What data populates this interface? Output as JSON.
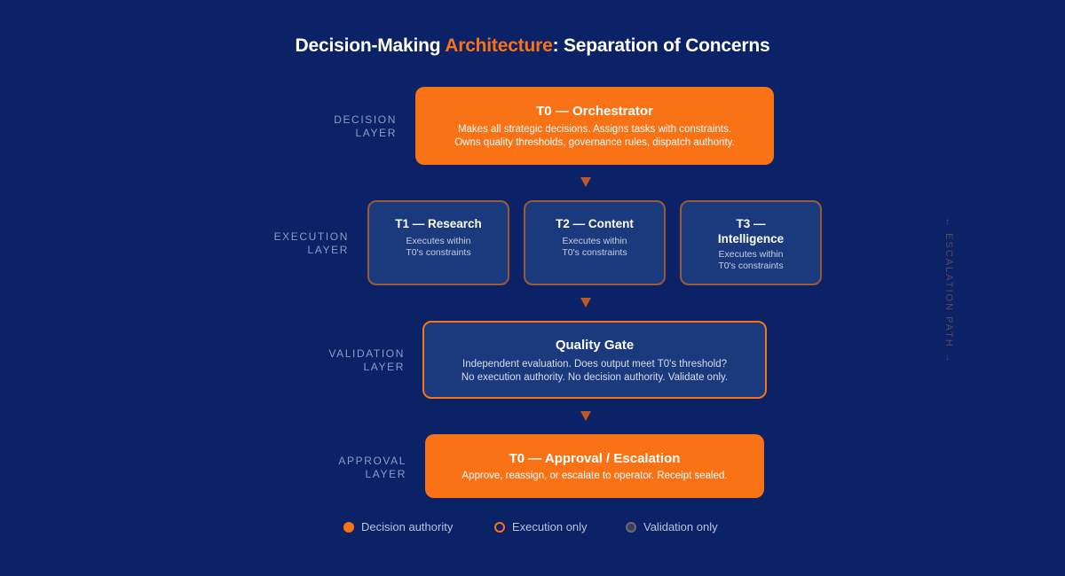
{
  "title": {
    "prefix": "Decision-Making ",
    "accent": "Architecture",
    "suffix": ": Separation of Concerns"
  },
  "layers": {
    "decision": [
      "DECISION",
      "LAYER"
    ],
    "execution": [
      "EXECUTION",
      "LAYER"
    ],
    "validation": [
      "VALIDATION",
      "LAYER"
    ],
    "approval": [
      "APPROVAL",
      "LAYER"
    ]
  },
  "orchestrator": {
    "title": "T0 — Orchestrator",
    "lines": [
      "Makes all strategic decisions. Assigns tasks with constraints.",
      "Owns quality thresholds, governance rules, dispatch authority."
    ]
  },
  "executors": [
    {
      "title": [
        "T1 — Research"
      ],
      "lines": [
        "Executes within",
        "T0's constraints"
      ]
    },
    {
      "title": [
        "T2 — Content"
      ],
      "lines": [
        "Executes within",
        "T0's constraints"
      ]
    },
    {
      "title": [
        "T3 —",
        "Intelligence"
      ],
      "lines": [
        "Executes within",
        "T0's constraints"
      ]
    }
  ],
  "quality_gate": {
    "title": "Quality Gate",
    "lines": [
      "Independent evaluation. Does output meet T0's threshold?",
      "No execution authority. No decision authority. Validate only."
    ]
  },
  "approval": {
    "title": "T0 — Approval / Escalation",
    "line": "Approve, reassign, or escalate to operator. Receipt sealed."
  },
  "escalation_path": "← ESCALATION PATH →",
  "legend": [
    {
      "label": "Decision authority"
    },
    {
      "label": "Execution only"
    },
    {
      "label": "Validation only"
    }
  ],
  "colors": {
    "background": "#0c2266",
    "accent": "#f97316",
    "box": "#1b3a7e",
    "muted": "#8a9cc8"
  }
}
